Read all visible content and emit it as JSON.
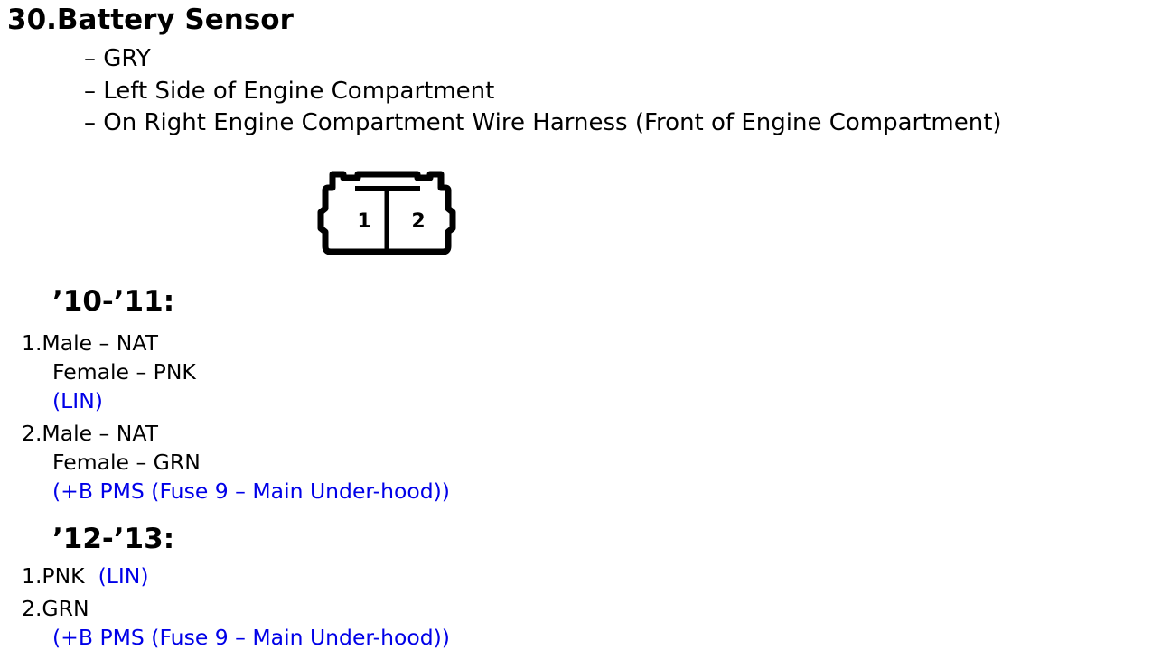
{
  "title": "30.Battery Sensor",
  "info": [
    "– GRY",
    "– Left Side of Engine Compartment",
    "– On Right Engine Compartment Wire Harness (Front of Engine Compartment)"
  ],
  "connector": {
    "pins": [
      "1",
      "2"
    ]
  },
  "sections": [
    {
      "heading": "’10-’11:",
      "pins": [
        {
          "number": "1.",
          "male": "Male – NAT",
          "female": "Female – PNK",
          "function": "(LIN)"
        },
        {
          "number": "2.",
          "male": "Male – NAT",
          "female": "Female – GRN",
          "function": "(+B PMS (Fuse 9 – Main Under-hood))"
        }
      ]
    },
    {
      "heading": "’12-’13:",
      "pins": [
        {
          "number": "1.",
          "color": "PNK",
          "function": "(LIN)"
        },
        {
          "number": "2.",
          "color": "GRN",
          "function": "(+B PMS (Fuse 9 – Main Under-hood))"
        }
      ]
    }
  ],
  "colors": {
    "text": "#000000",
    "function_text": "#0000e8",
    "background": "#ffffff"
  }
}
